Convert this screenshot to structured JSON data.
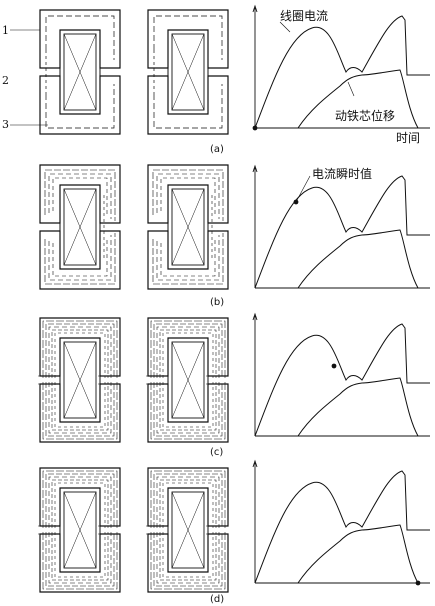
{
  "callouts": {
    "part_1": "1",
    "part_2": "2",
    "part_3": "3"
  },
  "panel_a": {
    "label": "(a)",
    "coil_current": "线圈电流",
    "core_displacement": "动铁芯位移",
    "time_axis": "时间"
  },
  "panel_b": {
    "label": "(b)",
    "instant_current": "电流瞬时值"
  },
  "panel_c": {
    "label": "(c)"
  },
  "panel_d": {
    "label": "(d)"
  },
  "colors": {
    "ink": "#111111",
    "background": "#ffffff"
  }
}
